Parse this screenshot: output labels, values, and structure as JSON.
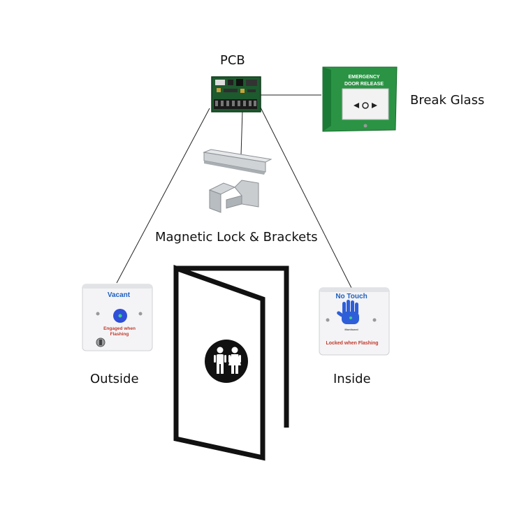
{
  "labels": {
    "pcb": "PCB",
    "break_glass": "Break Glass",
    "magnetic_lock": "Magnetic Lock & Brackets",
    "outside": "Outside",
    "inside": "Inside"
  },
  "break_glass_unit": {
    "line1": "EMERGENCY",
    "line2": "DOOR RELEASE",
    "color": "#1e8a3a"
  },
  "outside_unit": {
    "title": "Vacant",
    "caption_line1": "Engaged when",
    "caption_line2": "Flashing",
    "title_color": "#1f5fbf",
    "caption_color": "#c0392b"
  },
  "inside_unit": {
    "title": "No Touch",
    "caption": "Locked when Flashing",
    "hand_brand": "Monitoard",
    "title_color": "#1f5fbf",
    "caption_color": "#c0392b"
  },
  "icons": {
    "door": "door-icon",
    "restroom": "restroom-icon"
  }
}
